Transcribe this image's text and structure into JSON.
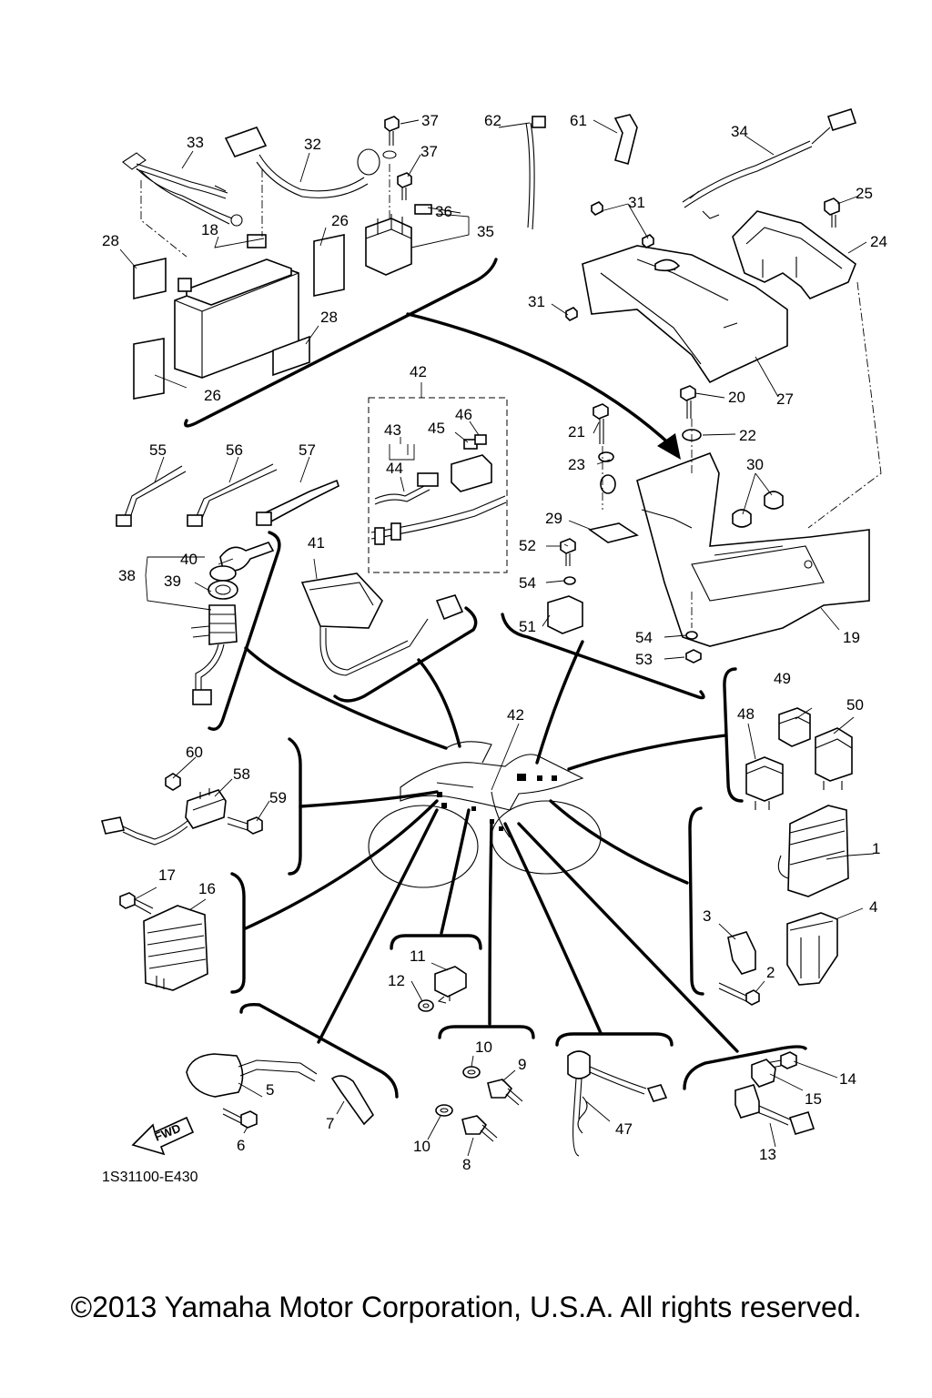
{
  "diagram_code": "1S31100-E430",
  "forward_arrow_label": "FWD",
  "copyright": "©2013 Yamaha Motor Corporation, U.S.A. All rights reserved.",
  "callouts": {
    "c1": "1",
    "c2": "2",
    "c3": "3",
    "c4": "4",
    "c5": "5",
    "c6": "6",
    "c7": "7",
    "c8": "8",
    "c9": "9",
    "c10a": "10",
    "c10b": "10",
    "c11": "11",
    "c12": "12",
    "c13": "13",
    "c14": "14",
    "c15": "15",
    "c16": "16",
    "c17": "17",
    "c18": "18",
    "c19": "19",
    "c20": "20",
    "c21": "21",
    "c22": "22",
    "c23": "23",
    "c24": "24",
    "c25": "25",
    "c26a": "26",
    "c26b": "26",
    "c27": "27",
    "c28a": "28",
    "c28b": "28",
    "c29": "29",
    "c30": "30",
    "c31a": "31",
    "c31b": "31",
    "c32": "32",
    "c33": "33",
    "c34": "34",
    "c35": "35",
    "c36": "36",
    "c37a": "37",
    "c37b": "37",
    "c38": "38",
    "c39": "39",
    "c40": "40",
    "c41": "41",
    "c42a": "42",
    "c42b": "42",
    "c43": "43",
    "c44": "44",
    "c45": "45",
    "c46": "46",
    "c47": "47",
    "c48": "48",
    "c49": "49",
    "c50": "50",
    "c51": "51",
    "c52": "52",
    "c53": "53",
    "c54a": "54",
    "c54b": "54",
    "c55": "55",
    "c56": "56",
    "c57": "57",
    "c58": "58",
    "c59": "59",
    "c60": "60",
    "c61": "61",
    "c62": "62"
  }
}
